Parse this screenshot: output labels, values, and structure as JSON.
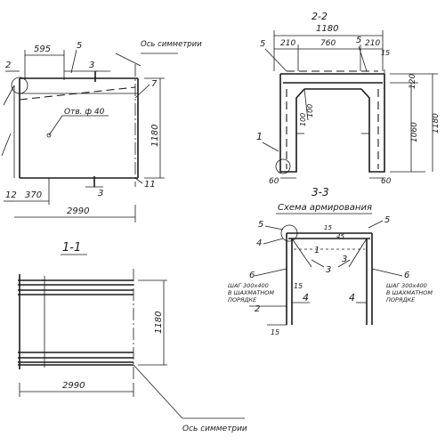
{
  "drawing": {
    "elevation": {
      "dim_595": "595",
      "dim_2990": "2990",
      "dim_370": "370",
      "dim_1180": "1180",
      "hole_label": "Отв. ф 40",
      "axis_label": "Ось симметрии",
      "section_mark": "3",
      "callout_2": "2",
      "callout_5": "5",
      "callout_7": "7",
      "callout_11": "11",
      "callout_12": "12"
    },
    "section_view": {
      "title": "1-1",
      "dim_2990": "2990",
      "dim_1180": "1180",
      "axis_label": "Ось симметрии"
    },
    "cross_section": {
      "title_top": "2-2",
      "title": "3-3",
      "dim_1180": "1180",
      "dim_210_left": "210",
      "dim_760": "760",
      "dim_210_right": "210",
      "dim_15": "15",
      "dim_120": "120",
      "dim_1060": "1060",
      "dim_1180_side": "1180",
      "dim_100_a": "100",
      "dim_100_b": "100",
      "dim_60_left": "60",
      "dim_60_right": "60",
      "callout_1": "1",
      "callout_5a": "5",
      "callout_5b": "5"
    },
    "reinforcement": {
      "title": "Схема армирования",
      "callout_5a": "5",
      "callout_5b": "5",
      "callout_4a": "4",
      "callout_4b": "4",
      "callout_4c": "4",
      "callout_3a": "3",
      "callout_3b": "3",
      "callout_1": "1",
      "callout_2": "2",
      "callout_6a": "6",
      "callout_6b": "6",
      "dim_15a": "15",
      "dim_15b": "15",
      "dim_15c": "15",
      "dim_45": "45",
      "mesh_left": [
        "ШАГ 300х400",
        "В ШАХМАТНОМ",
        "ПОРЯДКЕ"
      ],
      "mesh_right": [
        "ШАГ 300х400",
        "В ШАХМАТНОМ",
        "ПОРЯДКЕ"
      ]
    }
  }
}
